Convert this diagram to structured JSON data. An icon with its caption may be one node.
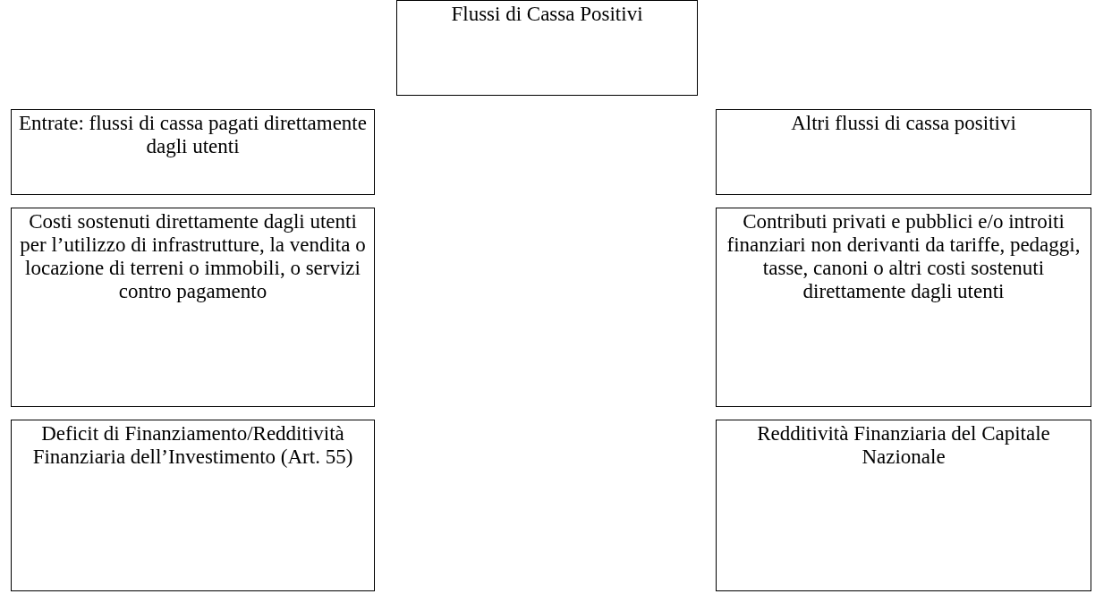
{
  "diagram": {
    "nodes": [
      {
        "text": [
          "Flussi di Cassa Positivi"
        ]
      },
      {
        "text": [
          "Entrate: flussi di cassa pagati direttamente dagli utenti"
        ]
      },
      {
        "text": [
          "Costi sostenuti direttamente dagli utenti per l’utilizzo di infrastrutture, la vendita o locazione di terreni o immobili, o servizi contro pagamento"
        ]
      },
      {
        "text": [
          "Deficit di Finanziamento/Redditività Finanziaria dell’Investimento (Art. 55)"
        ]
      },
      {
        "text": [
          "Altri flussi di cassa positivi"
        ]
      },
      {
        "text": [
          "Contributi privati e pubblici e/o introiti finanziari non derivanti da tariffe, pedaggi, tasse, canoni o altri costi sostenuti direttamente dagli utenti"
        ]
      },
      {
        "text": [
          "Redditività Finanziaria del Capitale Nazionale"
        ]
      }
    ]
  }
}
